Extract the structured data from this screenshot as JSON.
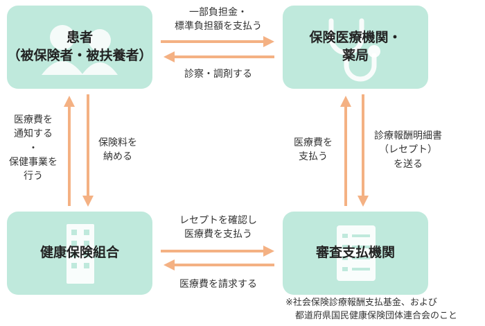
{
  "colors": {
    "box_fill": "#bfe9dc",
    "box_icon": "#ffffff",
    "arrow": "#f4b183",
    "text": "#333333"
  },
  "boxes": {
    "patient": {
      "line1": "患者",
      "line2": "（被保険者・被扶養者）",
      "icon": "people-icon"
    },
    "provider": {
      "line1": "保険医療機関・",
      "line2": "薬局",
      "icon": "stethoscope-icon"
    },
    "insurer": {
      "line1": "健康保険組合",
      "icon": "building-icon"
    },
    "review": {
      "line1": "審査支払機関",
      "icon": "document-icon"
    }
  },
  "flows": {
    "copay": {
      "lines": [
        "一部負担金・",
        "標準負担額を支払う"
      ]
    },
    "treatment": {
      "lines": [
        "診察・調剤する"
      ]
    },
    "notify": {
      "lines": [
        "医療費を",
        "通知する",
        "・",
        "保健事業を",
        "行う"
      ]
    },
    "premium": {
      "lines": [
        "保険料を",
        "納める"
      ]
    },
    "pay_provider": {
      "lines": [
        "医療費を",
        "支払う"
      ]
    },
    "send_receipt": {
      "lines": [
        "診療報酬明細書",
        "（レセプト）",
        "を送る"
      ]
    },
    "verify_pay": {
      "lines": [
        "レセプトを確認し",
        "医療費を支払う"
      ]
    },
    "request": {
      "lines": [
        "医療費を請求する"
      ]
    }
  },
  "note": {
    "line1": "※社会保険診療報酬支払基金、および",
    "line2": "都道府県国民健康保険団体連合会のこと"
  }
}
